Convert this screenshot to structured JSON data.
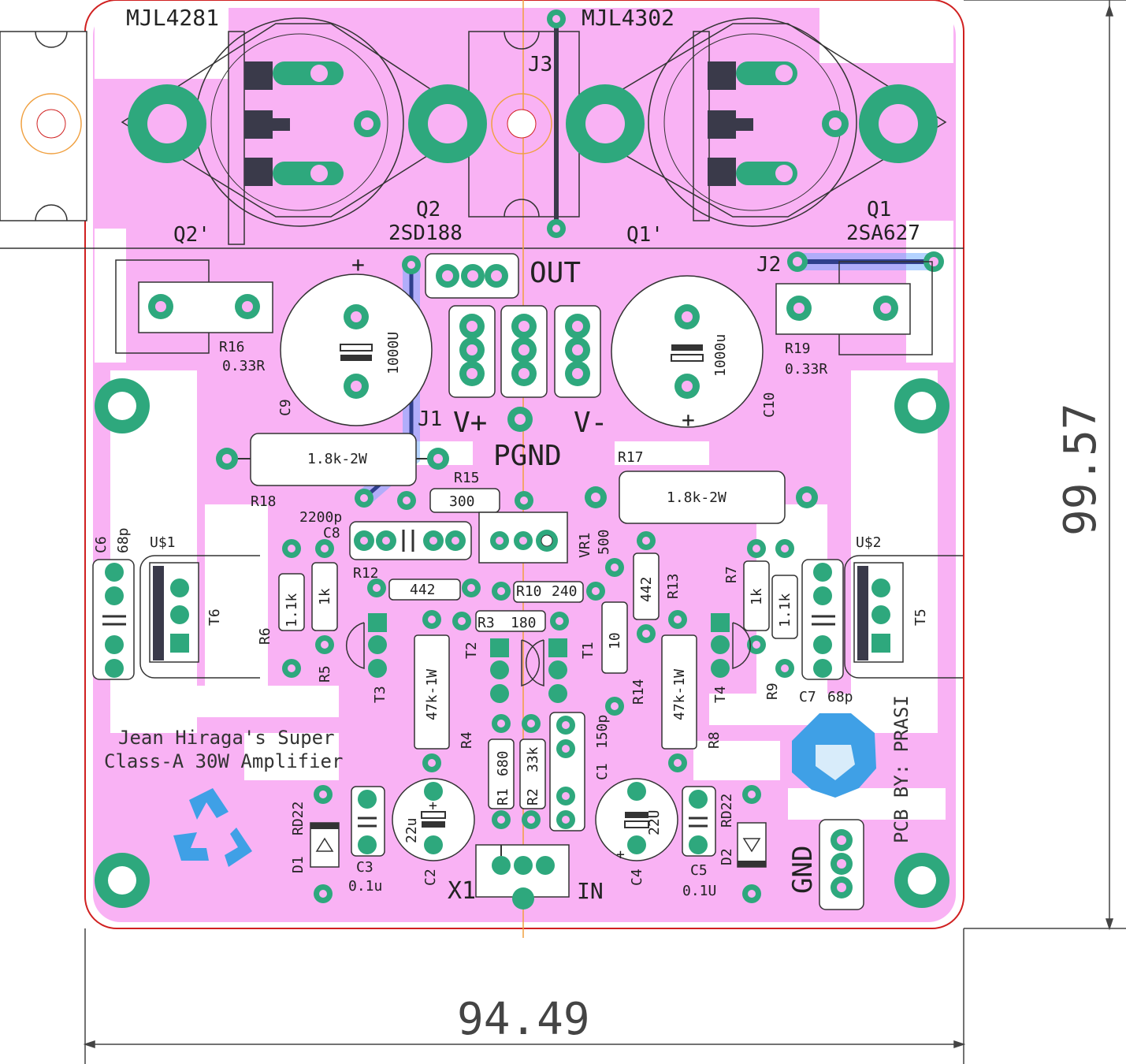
{
  "board": {
    "title_line1": "Jean Hiraga's Super",
    "title_line2": "Class-A 30W Amplifier",
    "credit": "PCB BY: PRASI",
    "width_dim": "94.49",
    "height_dim": "99.57"
  },
  "colors": {
    "copper": "#f9b2f4",
    "pad": "#2ea87d",
    "pad_dark": "#3a3a4a",
    "outline": "#d02020",
    "jumper_blue": "#2f3f8c",
    "jumper_glow": "#6aa8ff",
    "silk": "#222222"
  },
  "transistors": {
    "q2_top": "MJL4281",
    "q1_top": "MJL4302",
    "q2": "Q2",
    "q2_part": "2SD188",
    "q2p": "Q2'",
    "q1": "Q1",
    "q1_part": "2SA627",
    "q1p": "Q1'"
  },
  "jumpers": {
    "j1": "J1",
    "j2": "J2",
    "j3": "J3"
  },
  "power": {
    "out": "OUT",
    "vplus": "V+",
    "vminus": "V-",
    "pgnd": "PGND",
    "gnd": "GND",
    "in": "IN",
    "x1": "X1"
  },
  "caps_big": {
    "c9": "C9",
    "c9_val": "1000U",
    "c10": "C10",
    "c10_val": "1000u"
  },
  "resistors": {
    "r16": "R16",
    "r16_val": "0.33R",
    "r19": "R19",
    "r19_val": "0.33R",
    "r18": "R18",
    "r18_val": "1.8k-2W",
    "r17": "R17",
    "r17_val": "1.8k-2W",
    "r15": "R15",
    "r15_val": "300",
    "r12": "R12",
    "r12_val": "442",
    "r10": "R10",
    "r10_val": "240",
    "r3": "R3",
    "r3_val": "180",
    "r13": "R13",
    "r13_val": "442",
    "r14": "R14",
    "r14_val": "10",
    "r6": "R6",
    "r6_val": "1.1k",
    "r5": "R5",
    "r5_val": "1k",
    "r7": "R7",
    "r7_val": "1k",
    "r9": "R9",
    "r9_val": "1.1k",
    "r4": "R4",
    "r4_val": "47k-1W",
    "r8": "R8",
    "r8_val": "47k-1W",
    "r1": "R1",
    "r1_val": "680",
    "r2": "R2",
    "r2_val": "33k"
  },
  "misc": {
    "c8": "C8",
    "c8_val": "2200p",
    "vr1": "VR1",
    "vr1_val": "500",
    "c6": "C6",
    "c6_val": "68p",
    "c7": "C7",
    "c7_val": "68p",
    "us1": "U$1",
    "us2": "U$2",
    "t6": "T6",
    "t5": "T5",
    "t3": "T3",
    "t2": "T2",
    "t1": "T1",
    "t4": "T4",
    "c1": "C1",
    "c1_val": "150p",
    "c2": "C2",
    "c2_val": "22u",
    "c4": "C4",
    "c4_val": "22U",
    "c3": "C3",
    "c3_val": "0.1u",
    "c5": "C5",
    "c5_val": "0.1U",
    "d1": "D1",
    "d1_val": "RD22",
    "d2": "D2",
    "d2_val": "RD22",
    "plus": "+"
  }
}
